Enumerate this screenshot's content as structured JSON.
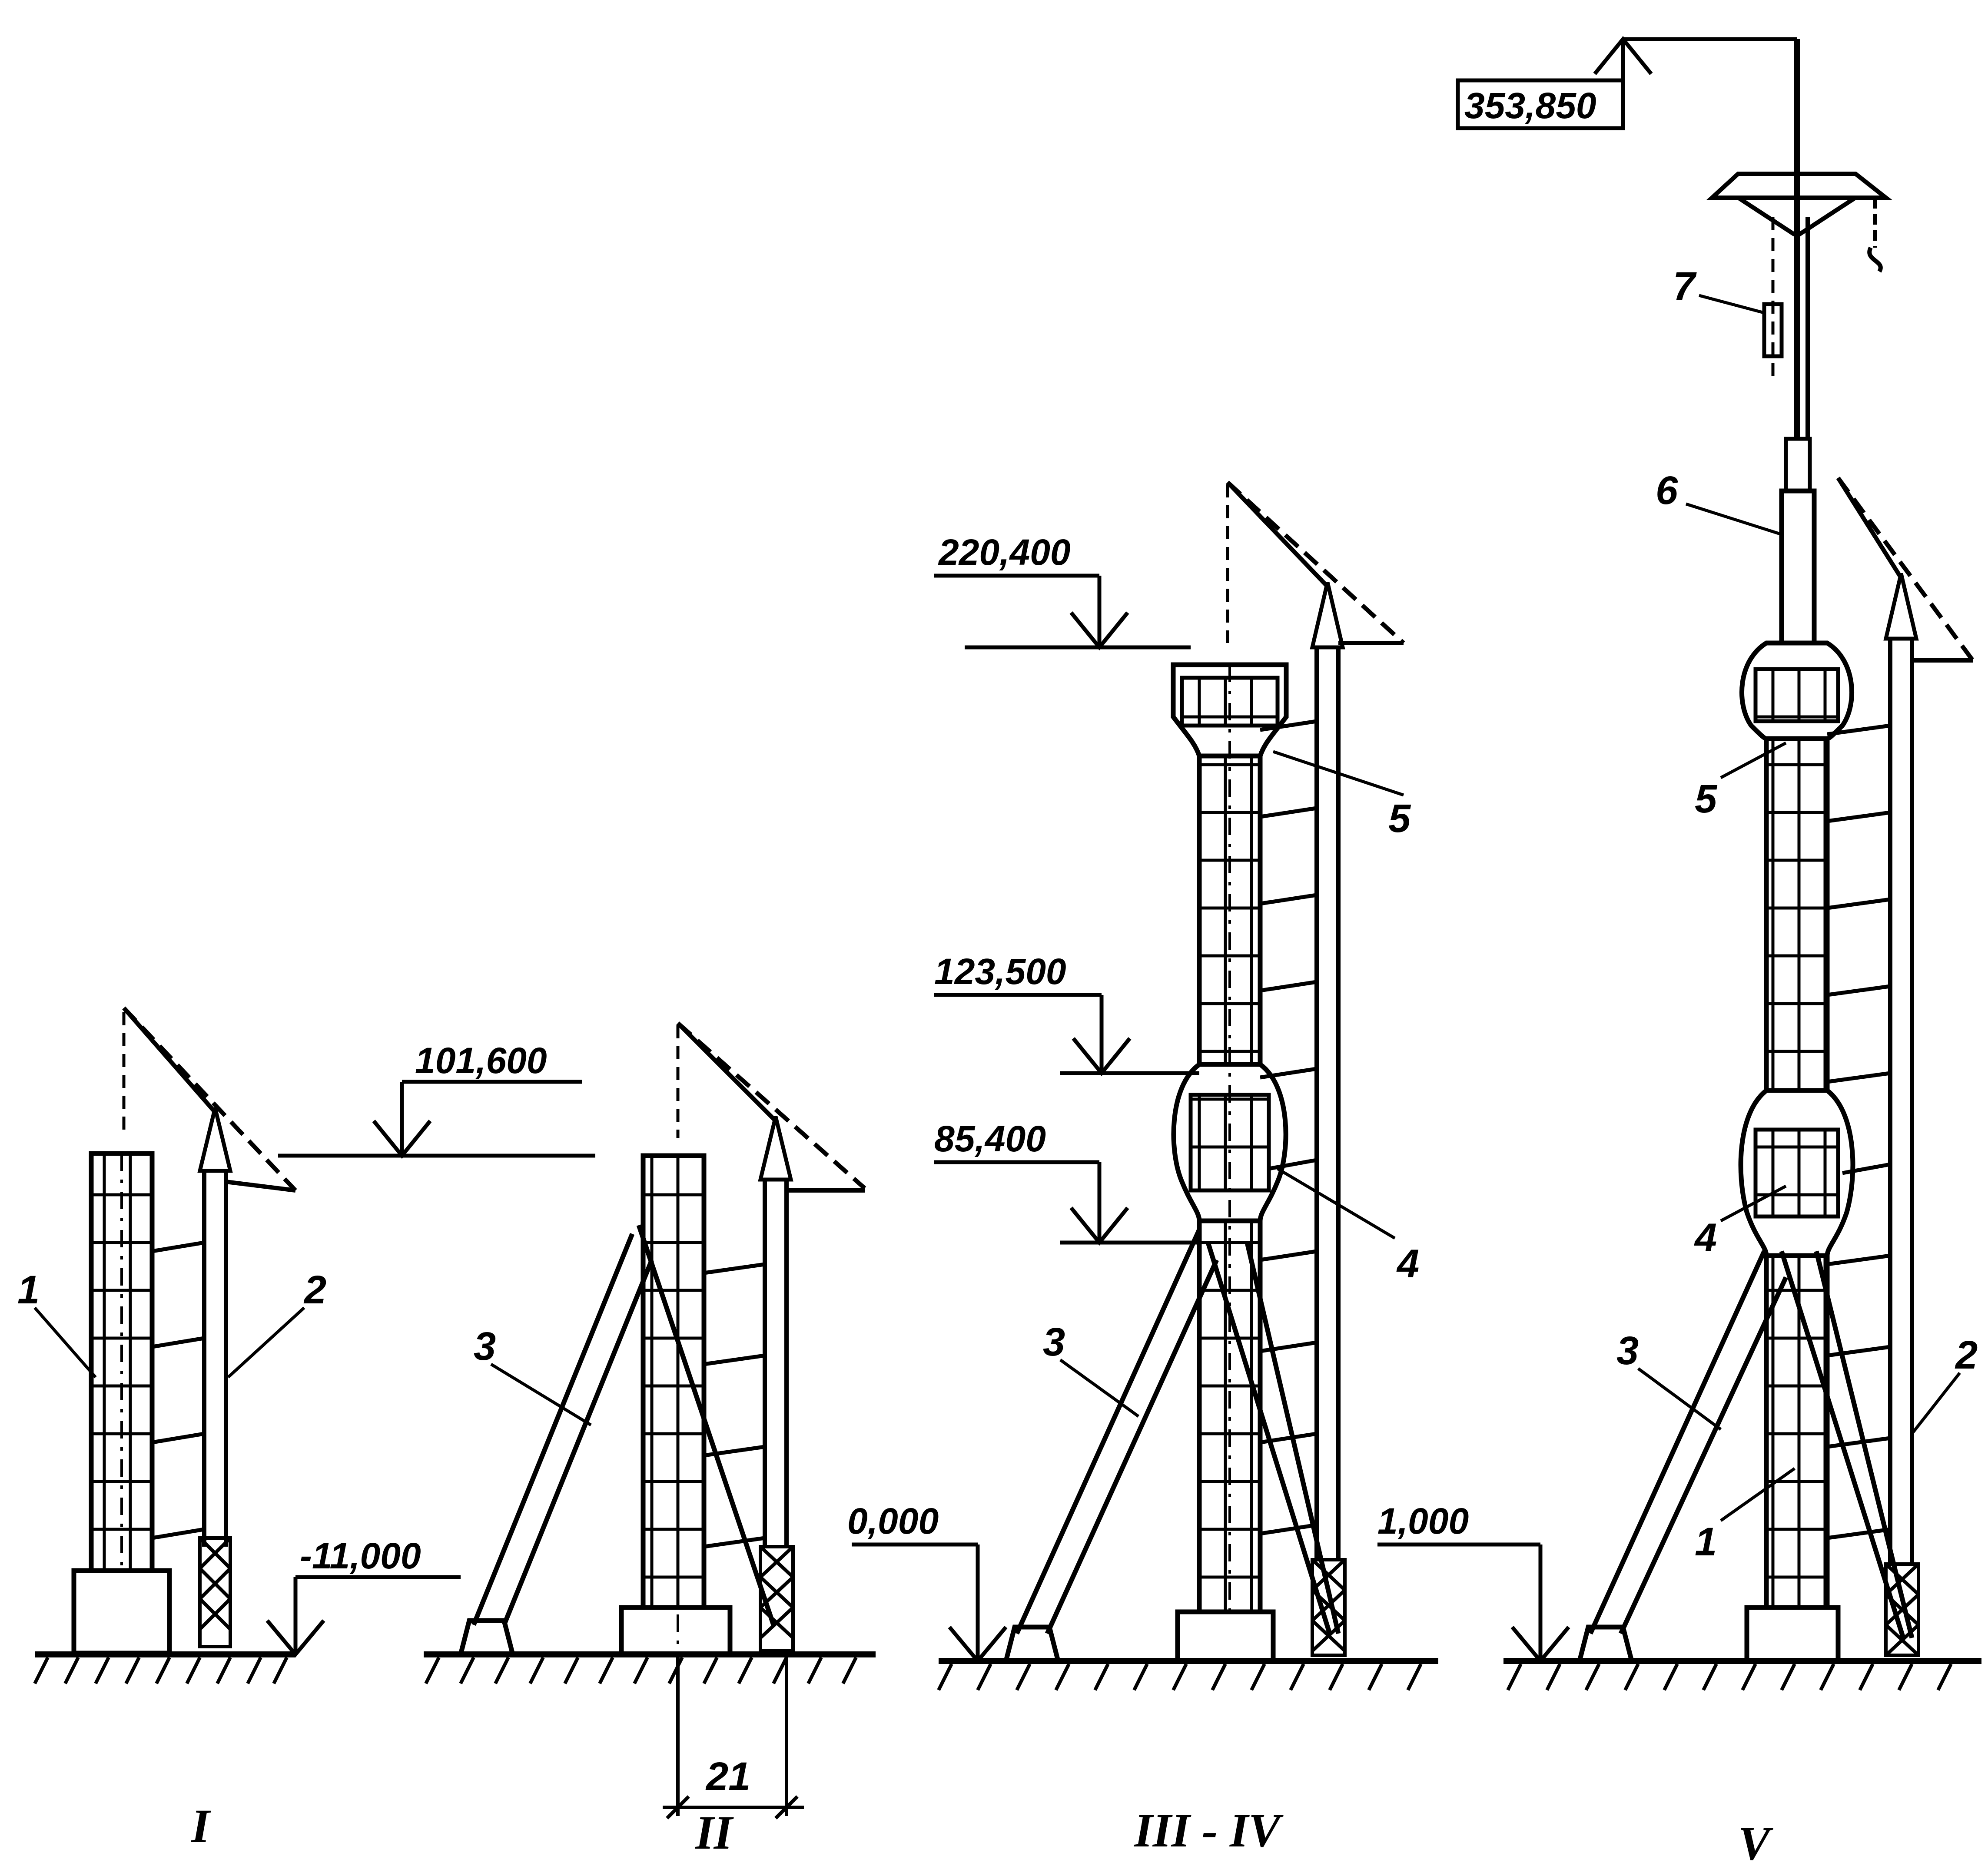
{
  "levels": {
    "l101": "101,600",
    "lm11": "-11,000",
    "l220": "220,400",
    "l123": "123,500",
    "l85": "85,400",
    "l0": "0,000",
    "l1": "1,000",
    "l353": "353,850"
  },
  "dimension": "21",
  "callouts": {
    "s1_1": "1",
    "s1_2": "2",
    "s2_3": "3",
    "s3_3": "3",
    "s3_4": "4",
    "s3_5": "5",
    "s5_1": "1",
    "s5_2": "2",
    "s5_3": "3",
    "s5_4": "4",
    "s5_5": "5",
    "s5_6": "6",
    "s5_7": "7"
  },
  "stages": {
    "s1": "I",
    "s2": "II",
    "s3": "III - IV",
    "s5": "V"
  }
}
